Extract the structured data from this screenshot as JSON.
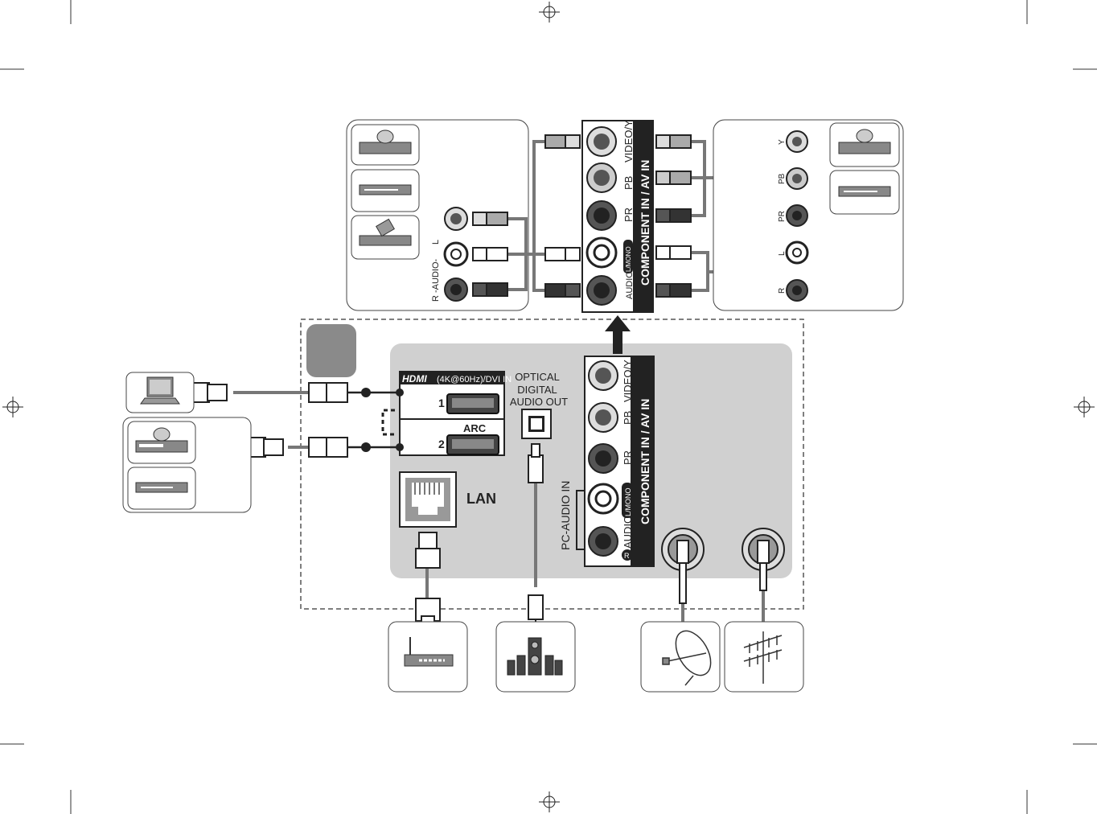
{
  "hdmi": {
    "logo": "HDMI",
    "spec": "(4K@60Hz)/DVI IN",
    "port1": "1",
    "port2": "2",
    "arc": "ARC"
  },
  "optical": {
    "line1": "OPTICAL",
    "line2": "DIGITAL",
    "line3": "AUDIO OUT"
  },
  "lan": {
    "label": "LAN"
  },
  "component": {
    "title": "COMPONENT IN / AV IN",
    "video_y": "VIDEO/Y",
    "pb": "PB",
    "pr": "PR",
    "l_mono": "L/MONO",
    "r": "R",
    "audio": "AUDIO"
  },
  "pc_audio": {
    "label": "PC-AUDIO IN"
  },
  "av_device": {
    "l": "L",
    "audio": "-AUDIO-",
    "r": "R"
  },
  "comp_device": {
    "y": "Y",
    "pb": "PB",
    "pr": "PR",
    "l": "L",
    "r": "R"
  },
  "colors": {
    "panel": "#d0d0d0",
    "dark": "#222222",
    "cable": "#777777"
  },
  "icons": [
    "laptop-icon",
    "dvd-player-icon",
    "set-top-box-icon",
    "camcorder-icon",
    "router-icon",
    "speaker-system-icon",
    "satellite-dish-icon",
    "antenna-icon"
  ]
}
